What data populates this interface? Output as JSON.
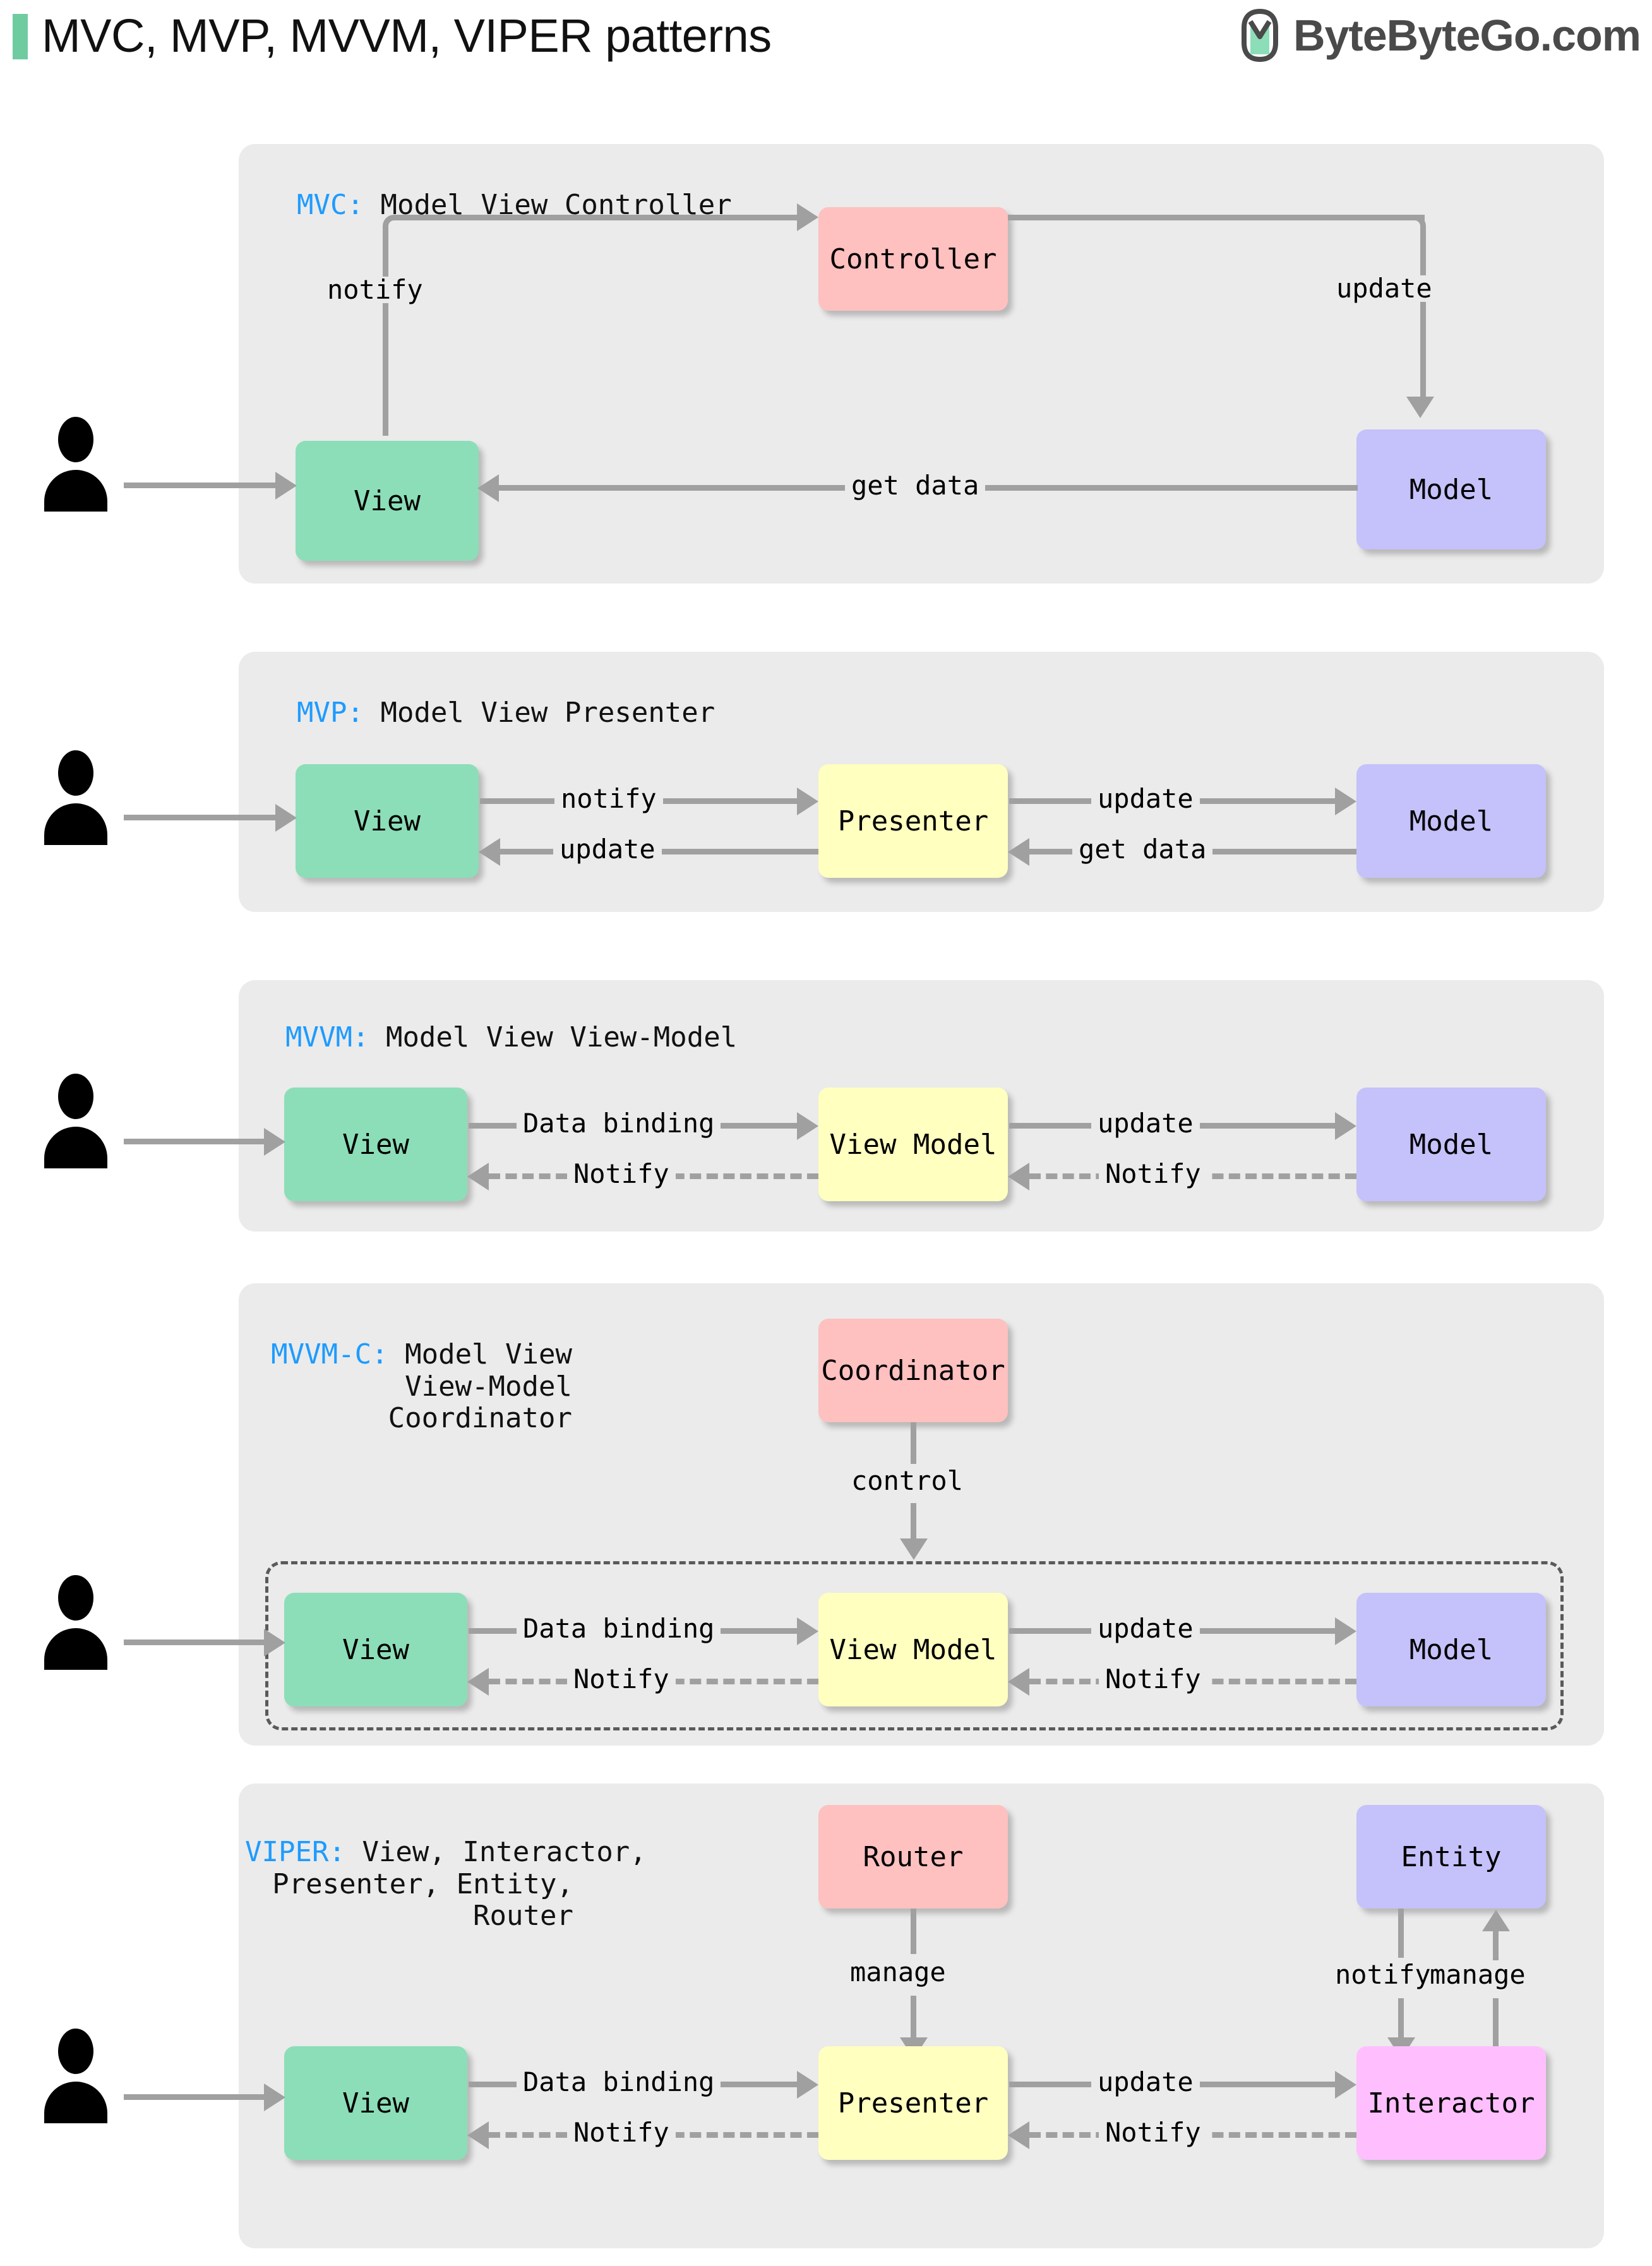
{
  "header": {
    "title": "MVC, MVP, MVVM, VIPER patterns",
    "accent_color": "#6ECCA0",
    "brand_name": "ByteByteGo.com",
    "brand_logo_icon": "bytebytego-leaf-icon"
  },
  "palette": {
    "panel_bg": "#EBEBEB",
    "view": "#8CDEB8",
    "model": "#C5C1FA",
    "controller": "#FFC0C0",
    "presenter": "#FFFFC0",
    "view_model": "#FFFFC0",
    "coordinator": "#FFC0C0",
    "router": "#FFC0C0",
    "entity": "#C5C1FA",
    "interactor": "#FFBFFF",
    "connector": "#A0A0A0",
    "key_text": "#1E9BFF"
  },
  "sections": [
    {
      "key": "MVC:",
      "title": "Model View Controller",
      "nodes": {
        "view": "View",
        "controller": "Controller",
        "model": "Model"
      },
      "edges": {
        "notify": "notify",
        "update": "update",
        "get_data": "get data"
      }
    },
    {
      "key": "MVP:",
      "title": "Model View Presenter",
      "nodes": {
        "view": "View",
        "presenter": "Presenter",
        "model": "Model"
      },
      "edges": {
        "notify": "notify",
        "update_left": "update",
        "update_right": "update",
        "get_data": "get data"
      }
    },
    {
      "key": "MVVM:",
      "title": "Model View View-Model",
      "nodes": {
        "view": "View",
        "view_model": "View Model",
        "model": "Model"
      },
      "edges": {
        "data_binding": "Data binding",
        "notify_left": "Notify",
        "update": "update",
        "notify_right": "Notify"
      }
    },
    {
      "key": "MVVM-C:",
      "title_line1": "Model View",
      "title_line2": "View-Model",
      "title_line3": "Coordinator",
      "nodes": {
        "coordinator": "Coordinator",
        "view": "View",
        "view_model": "View Model",
        "model": "Model"
      },
      "edges": {
        "control": "control",
        "data_binding": "Data binding",
        "notify_left": "Notify",
        "update": "update",
        "notify_right": "Notify"
      }
    },
    {
      "key": "VIPER:",
      "title_line1": "View, Interactor,",
      "title_line2": "Presenter, Entity,",
      "title_line3": "Router",
      "nodes": {
        "router": "Router",
        "entity": "Entity",
        "view": "View",
        "presenter": "Presenter",
        "interactor": "Interactor"
      },
      "edges": {
        "manage_router": "manage",
        "notify_entity": "notify",
        "manage_entity": "manage",
        "data_binding": "Data binding",
        "notify_left": "Notify",
        "update": "update",
        "notify_right": "Notify"
      }
    }
  ]
}
